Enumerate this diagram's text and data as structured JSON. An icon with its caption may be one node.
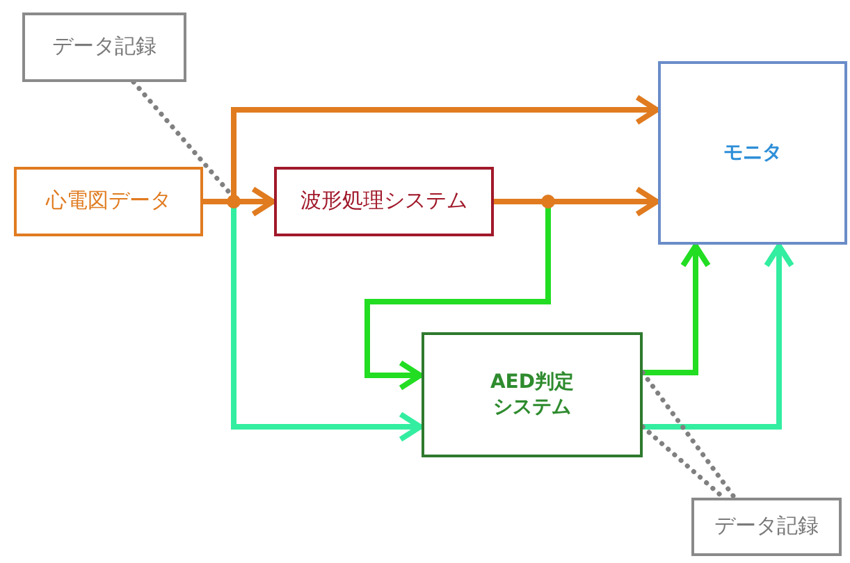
{
  "diagram": {
    "nodes": [
      {
        "text": [
          "データ記録"
        ]
      },
      {
        "text": [
          "心電図データ"
        ]
      },
      {
        "text": [
          "波形処理システム"
        ]
      },
      {
        "text": [
          "モニタ"
        ]
      },
      {
        "text": [
          "AED判定システム"
        ]
      },
      {
        "text": [
          "データ記録"
        ]
      }
    ],
    "edges": [
      {
        "from": 1,
        "to": 2,
        "arrow": "to"
      },
      {
        "from": 1,
        "to": 3,
        "arrow": "to"
      },
      {
        "from": 2,
        "to": 3,
        "arrow": "to"
      },
      {
        "from": 2,
        "to": 4,
        "arrow": "to",
        "color": "#22dd22"
      },
      {
        "from": 1,
        "to": 4,
        "arrow": "to",
        "color": "#33eea0"
      },
      {
        "from": 4,
        "to": 3,
        "arrow": "to",
        "color": "#22dd22"
      },
      {
        "from": 4,
        "to": 3,
        "arrow": "to",
        "color": "#33eea0"
      },
      {
        "from": 0,
        "to": null,
        "arrow": "none",
        "style": "dashed",
        "color": "#808080"
      },
      {
        "from": 4,
        "to": 5,
        "arrow": "none",
        "style": "dashed",
        "color": "#808080"
      },
      {
        "from": 4,
        "to": 5,
        "arrow": "none",
        "style": "dashed",
        "color": "#808080"
      }
    ]
  }
}
